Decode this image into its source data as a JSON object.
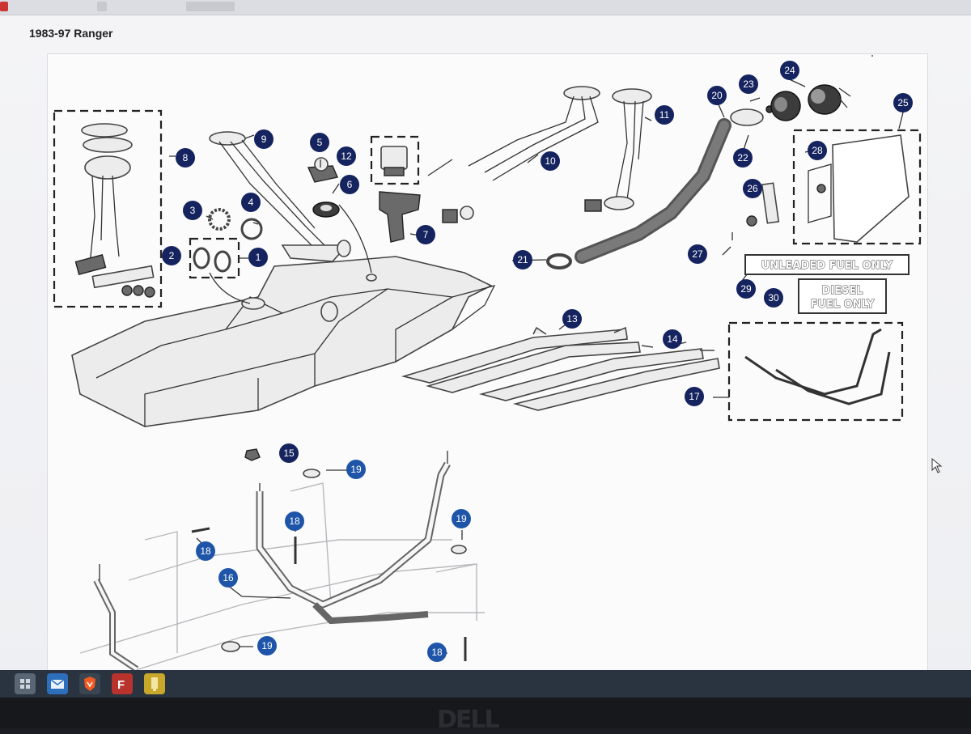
{
  "page": {
    "title": "1983-97 Ranger"
  },
  "diagram": {
    "callouts": {
      "c1": "1",
      "c2": "2",
      "c3": "3",
      "c4": "4",
      "c5": "5",
      "c6": "6",
      "c7": "7",
      "c8": "8",
      "c9": "9",
      "c10": "10",
      "c11": "11",
      "c12": "12",
      "c13": "13",
      "c14": "14",
      "c15": "15",
      "c16": "16",
      "c17": "17",
      "c18": "18",
      "c19": "19",
      "c20": "20",
      "c21": "21",
      "c22": "22",
      "c23": "23",
      "c24": "24",
      "c25": "25",
      "c26": "26",
      "c27": "27",
      "c28": "28",
      "c29": "29",
      "c30": "30"
    },
    "labels": {
      "unleaded": "UNLEADED FUEL ONLY",
      "diesel_line1": "DIESEL",
      "diesel_line2": "FUEL ONLY"
    },
    "callout_color": "#15235f",
    "callout_alt_color": "#1f55a8"
  },
  "taskbar": {
    "icons": [
      "start-icon",
      "mail-icon",
      "brave-browser-icon",
      "filezilla-icon",
      "app-icon"
    ]
  },
  "monitor": {
    "brand": "DELL"
  }
}
